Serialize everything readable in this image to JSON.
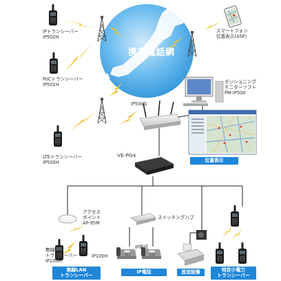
{
  "network": {
    "title": "携帯電話網"
  },
  "devices": {
    "ip502h": {
      "line1": "IPトランシーバー",
      "line2": "IP502H"
    },
    "ip501h": {
      "line1": "PoCトランシーバー",
      "line2": "IP501H"
    },
    "ip500h": {
      "line1": "LTEトランシーバー",
      "line2": "IP500H"
    },
    "smartphone": {
      "line1": "スマートフォン",
      "line2": "位置表示(ASP)"
    },
    "positioning": {
      "line1": "ポジショニング",
      "line2": "モニターソフト",
      "line3": "PM-IP500"
    },
    "ip500g": {
      "label": "IP500G"
    },
    "vepg4": {
      "label": "VE-PG4"
    },
    "access_point": {
      "line1": "アクセス",
      "line2": "ポイント",
      "line3": "AP-95M"
    },
    "switching_hub": {
      "label": "スイッチングハブ"
    },
    "ip_phone": {
      "label": "IP電話"
    },
    "wlan": {
      "line1": "無線LAN",
      "line2": "トランシーバー",
      "line3": "IP100H"
    },
    "ip100h": {
      "label": "IP100H"
    }
  },
  "captions": {
    "position_display": "位置表示",
    "wlan": {
      "line1": "無線LAN",
      "line2": "トランシーバー"
    },
    "ip_phone": "IP電話",
    "broadcast": "放送設備",
    "specified": {
      "line1": "特定小電力",
      "line2": "トランシーバー"
    }
  },
  "colors": {
    "accent": "#1f86d8",
    "lightning": "#f2c230",
    "globe": "#3aa0e0"
  }
}
